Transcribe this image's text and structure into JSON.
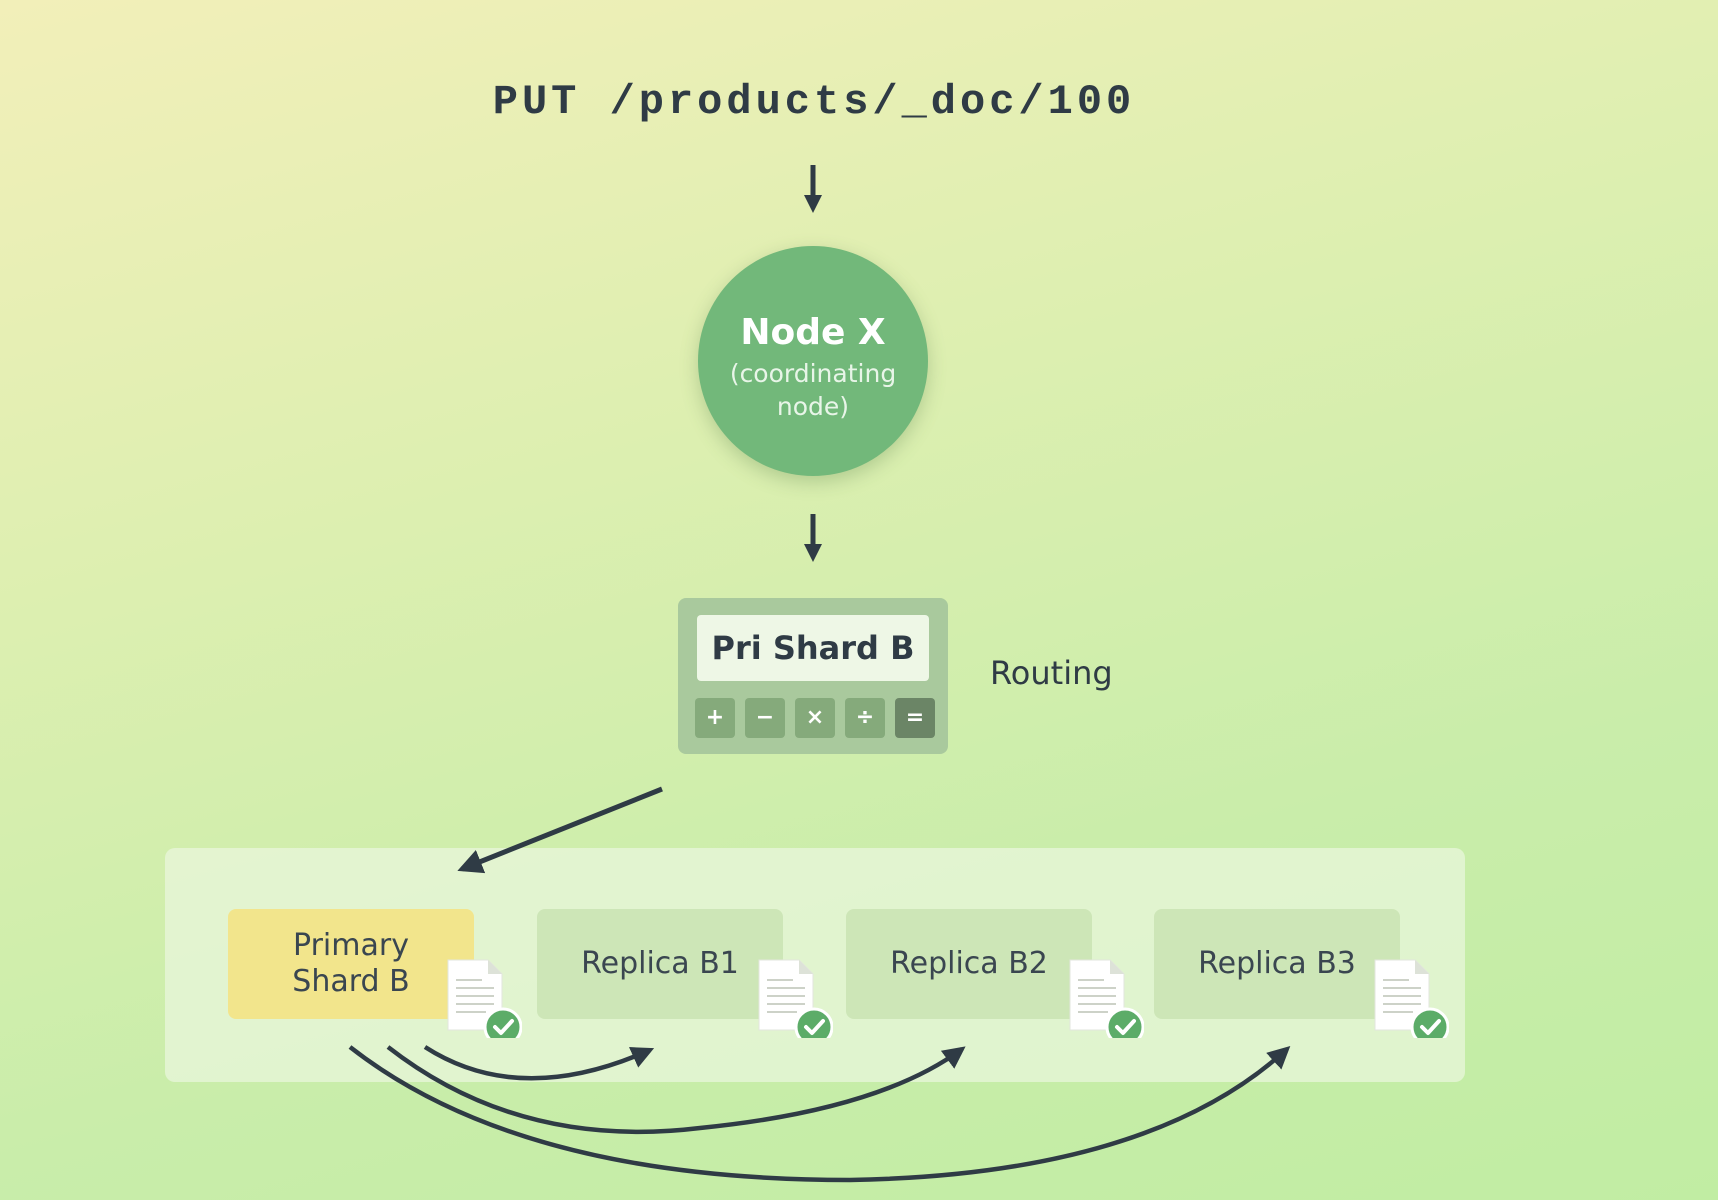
{
  "request": {
    "line": "PUT /products/_doc/100"
  },
  "coordinating_node": {
    "title": "Node X",
    "subtitle": "(coordinating node)"
  },
  "routing": {
    "display": "Pri Shard B",
    "label": "Routing",
    "keys": [
      "+",
      "−",
      "×",
      "÷",
      "="
    ]
  },
  "shards": [
    {
      "label": "Primary Shard B",
      "role": "primary",
      "status": "check-icon"
    },
    {
      "label": "Replica B1",
      "role": "replica",
      "status": "check-icon"
    },
    {
      "label": "Replica B2",
      "role": "replica",
      "status": "check-icon"
    },
    {
      "label": "Replica B3",
      "role": "replica",
      "status": "check-icon"
    }
  ],
  "colors": {
    "node": "#72b87a",
    "primary_shard": "#f2e58c",
    "replica_shard": "#cde6b7",
    "arrow": "#2f3b45",
    "check": "#5cac68"
  }
}
